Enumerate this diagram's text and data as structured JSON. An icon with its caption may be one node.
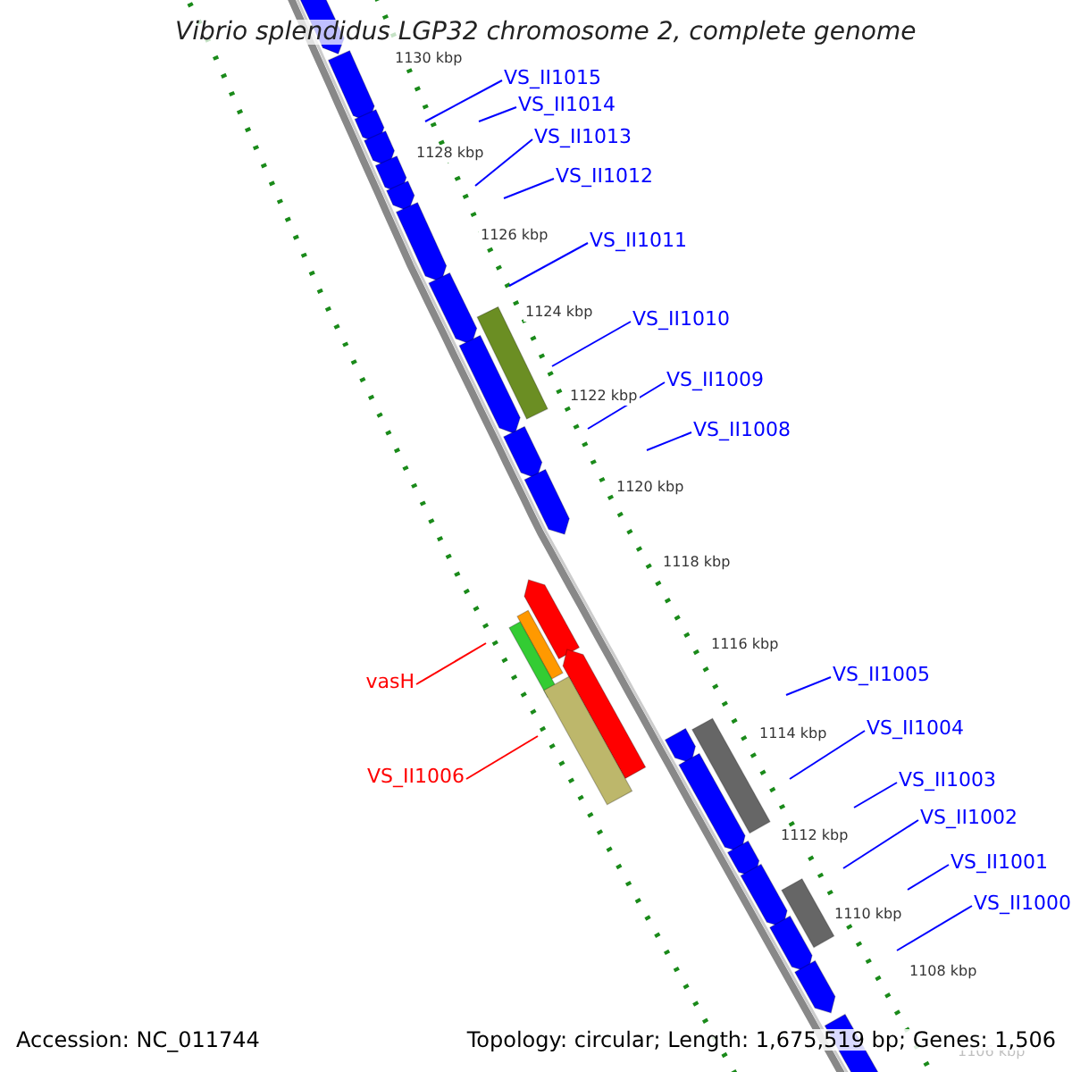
{
  "diagram": {
    "title": "Vibrio splendidus LGP32 chromosome 2, complete genome",
    "nodes": [
      {
        "text": [
          "VS_II1015"
        ]
      },
      {
        "text": [
          "VS_II1014"
        ]
      },
      {
        "text": [
          "VS_II1013"
        ]
      },
      {
        "text": [
          "VS_II1012"
        ]
      },
      {
        "text": [
          "VS_II1011"
        ]
      },
      {
        "text": [
          "VS_II1010"
        ]
      },
      {
        "text": [
          "VS_II1009"
        ]
      },
      {
        "text": [
          "VS_II1008"
        ]
      },
      {
        "text": [
          "VS_II1005"
        ]
      },
      {
        "text": [
          "vasH"
        ]
      },
      {
        "text": [
          "VS_II1004"
        ]
      },
      {
        "text": [
          "VS_II1006"
        ]
      },
      {
        "text": [
          "VS_II1003"
        ]
      },
      {
        "text": [
          "VS_II1002"
        ]
      },
      {
        "text": [
          "VS_II1001"
        ]
      },
      {
        "text": [
          "VS_II1000"
        ]
      }
    ],
    "edges": [
      {
        "from": 0,
        "to": null,
        "arrow": "none"
      },
      {
        "from": 1,
        "to": null,
        "arrow": "none"
      },
      {
        "from": 2,
        "to": null,
        "arrow": "none"
      },
      {
        "from": 3,
        "to": null,
        "arrow": "none"
      },
      {
        "from": 4,
        "to": null,
        "arrow": "none"
      },
      {
        "from": 5,
        "to": null,
        "arrow": "none"
      },
      {
        "from": 6,
        "to": null,
        "arrow": "none"
      },
      {
        "from": 7,
        "to": null,
        "arrow": "none"
      },
      {
        "from": 8,
        "to": null,
        "arrow": "none"
      },
      {
        "from": 9,
        "to": null,
        "arrow": "none",
        "color": "#ff0000"
      },
      {
        "from": 10,
        "to": null,
        "arrow": "none"
      },
      {
        "from": 11,
        "to": null,
        "arrow": "none",
        "color": "#ff0000"
      },
      {
        "from": 12,
        "to": null,
        "arrow": "none"
      },
      {
        "from": 13,
        "to": null,
        "arrow": "none"
      },
      {
        "from": 14,
        "to": null,
        "arrow": "none"
      },
      {
        "from": 15,
        "to": null,
        "arrow": "none"
      }
    ],
    "labels": [
      "1130 kbp",
      "1128 kbp",
      "1126 kbp",
      "1124 kbp",
      "1122 kbp",
      "1120 kbp",
      "1118 kbp",
      "1116 kbp",
      "1114 kbp",
      "1112 kbp",
      "1110 kbp",
      "1108 kbp",
      "1106 kbp",
      "Accession: NC_011744",
      "Topology: circular; Length: 1,675,519 bp; Genes: 1,506"
    ]
  }
}
